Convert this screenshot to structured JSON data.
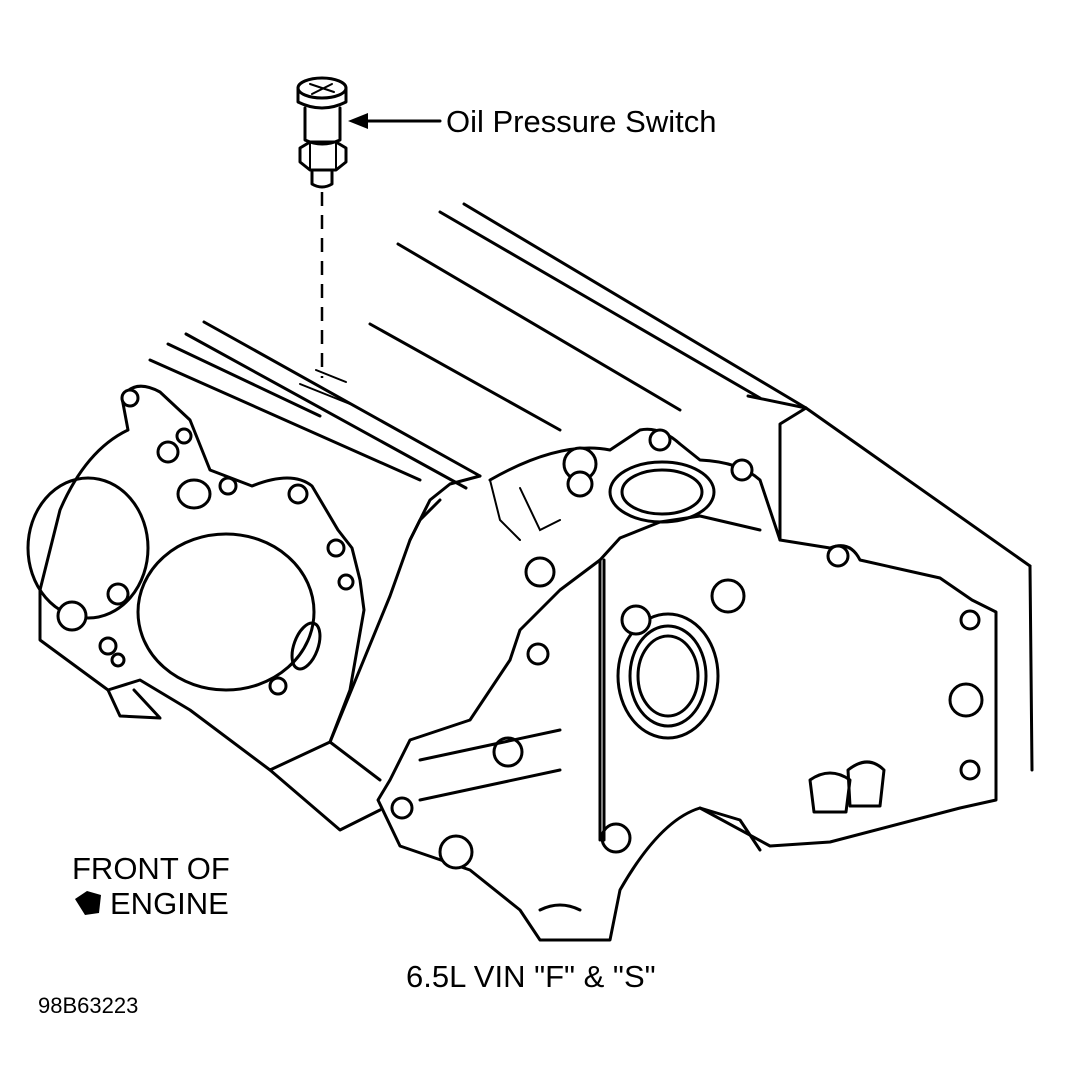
{
  "callout": {
    "label": "Oil Pressure Switch"
  },
  "front_indicator": {
    "line1": "FRONT OF",
    "line2": "ENGINE",
    "icon": "pointer-arrow-icon"
  },
  "caption": "6.5L VIN \"F\" & \"S\"",
  "figure_id": "98B63223",
  "colors": {
    "ink": "#000000",
    "paper": "#ffffff"
  }
}
